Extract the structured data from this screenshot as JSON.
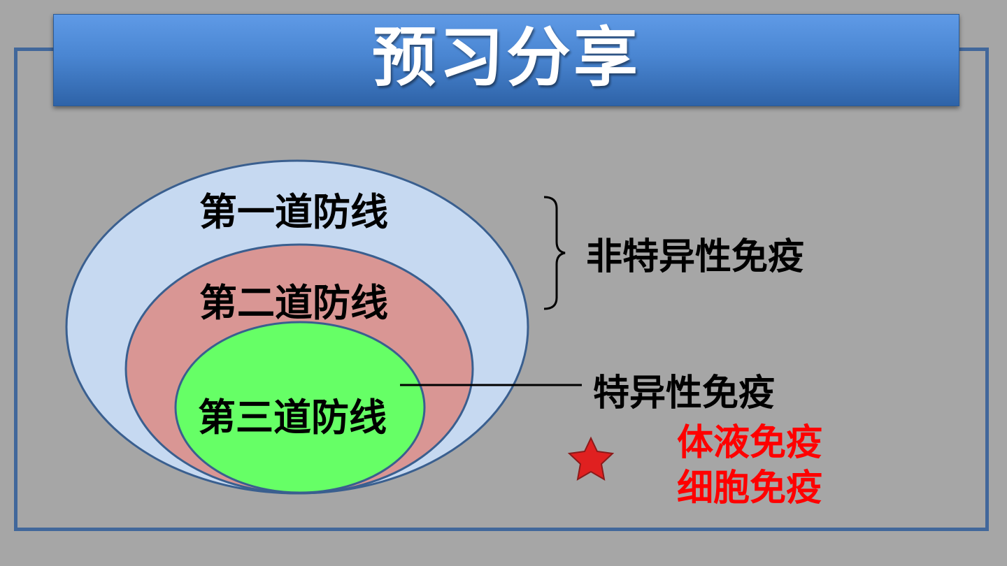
{
  "title": "预习分享",
  "layers": {
    "first": "第一道防线",
    "second": "第二道防线",
    "third": "第三道防线"
  },
  "labels": {
    "nonspecific": "非特异性免疫",
    "specific": "特异性免疫",
    "humoral": "体液免疫",
    "cellular": "细胞免疫"
  },
  "colors": {
    "background": "#a6a6a6",
    "title_bar": "#4a86d2",
    "frame": "#41679b",
    "outer_ellipse": "#c6d9f1",
    "middle_ellipse": "#d99694",
    "inner_ellipse": "#66ff66",
    "ellipse_stroke": "#3a5f8f",
    "highlight_text": "#ff0000",
    "star": "#e02020"
  },
  "icons": {
    "star": "star-icon",
    "bracket": "right-brace-icon"
  }
}
